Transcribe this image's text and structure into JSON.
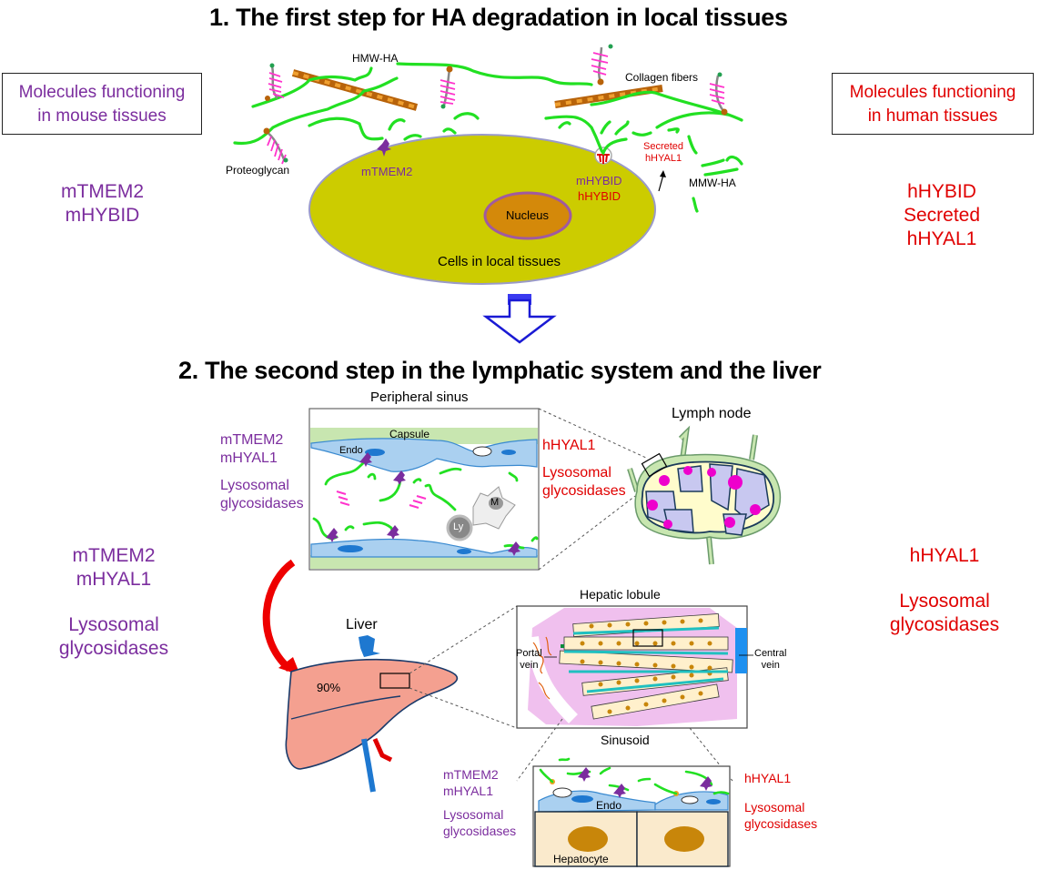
{
  "step1": {
    "title": "1. The first step for HA degradation in local tissues",
    "mouse_box": {
      "line1": "Molecules functioning",
      "line2": "in mouse tissues"
    },
    "human_box": {
      "line1": "Molecules functioning",
      "line2": "in human tissues"
    },
    "mouse_molecules": [
      "mTMEM2",
      "mHYBID"
    ],
    "human_molecules": [
      "hHYBID",
      "Secreted hHYAL1"
    ],
    "labels": {
      "hmw_ha": "HMW-HA",
      "collagen": "Collagen fibers",
      "proteoglycan": "Proteoglycan",
      "mtmem2": "mTMEM2",
      "mhybid": "mHYBID",
      "hhybid": "hHYBID",
      "secreted_line1": "Secreted",
      "secreted_line2": "hHYAL1",
      "mmw_ha": "MMW-HA",
      "nucleus": "Nucleus",
      "cells": "Cells in local tissues"
    }
  },
  "step2": {
    "title": "2. The second step in the lymphatic system and the liver",
    "mouse_molecules": [
      "mTMEM2",
      "mHYAL1",
      "Lysosomal",
      "glycosidases"
    ],
    "human_molecules": [
      "hHYAL1",
      "Lysosomal",
      "glycosidases"
    ],
    "peripheral_sinus": {
      "title": "Peripheral sinus",
      "capsule": "Capsule",
      "endo": "Endo",
      "macrophage": "M",
      "lymphocyte": "Ly",
      "mouse": [
        "mTMEM2",
        "mHYAL1",
        "Lysosomal",
        "glycosidases"
      ],
      "human": [
        "hHYAL1",
        "Lysosomal",
        "glycosidases"
      ]
    },
    "lymph_node": {
      "title": "Lymph node"
    },
    "liver": {
      "title": "Liver",
      "percent": "90%"
    },
    "hepatic_lobule": {
      "title": "Hepatic lobule",
      "portal_vein": [
        "Portal",
        "vein"
      ],
      "central_vein": [
        "Central",
        "vein"
      ]
    },
    "sinusoid": {
      "title": "Sinusoid",
      "endo": "Endo",
      "hepatocyte": "Hepatocyte",
      "mouse": [
        "mTMEM2",
        "mHYAL1",
        "Lysosomal",
        "glycosidases"
      ],
      "human": [
        "hHYAL1",
        "Lysosomal",
        "glycosidases"
      ]
    }
  },
  "colors": {
    "mouse": "#7b2d9e",
    "human": "#e00000",
    "ha": "#22e022",
    "cell": "#cccc00",
    "nucleus": "#d4890a",
    "arrow_blue": "#1a1ad4",
    "arrow_red": "#ee0000"
  }
}
